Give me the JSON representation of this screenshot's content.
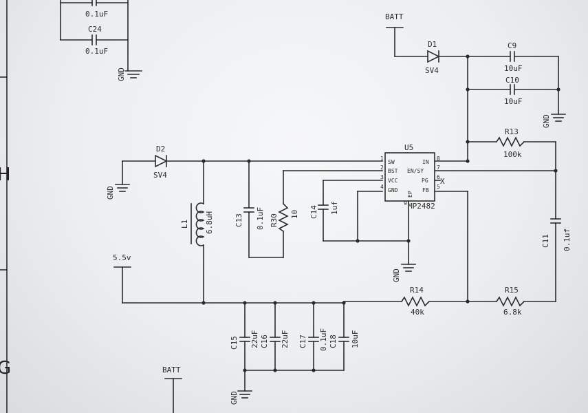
{
  "border_letters": [
    "H",
    "G"
  ],
  "top_partial": {
    "cap_value_1": "0.1uF",
    "cap_ref": "C24",
    "cap_value_2": "0.1uF",
    "gnd": "GND"
  },
  "ic": {
    "ref": "U5",
    "part": "MP2482",
    "pins_left": [
      {
        "name": "SW",
        "num": "1"
      },
      {
        "name": "BST",
        "num": "2"
      },
      {
        "name": "VCC",
        "num": "3"
      },
      {
        "name": "GND",
        "num": "4"
      }
    ],
    "pins_right": [
      {
        "name": "IN",
        "num": "8"
      },
      {
        "name": "EN/SY",
        "num": "7"
      },
      {
        "name": "PG",
        "num": "6"
      },
      {
        "name": "FB",
        "num": "5"
      }
    ],
    "ep_label": "EP",
    "ep_num": "9",
    "nc_mark": "X"
  },
  "nets": {
    "batt_top": "BATT",
    "batt_bottom": "BATT",
    "rail": "5.5v",
    "gnd": "GND"
  },
  "components": {
    "d1": {
      "ref": "D1",
      "value": "SV4"
    },
    "d2": {
      "ref": "D2",
      "value": "SV4"
    },
    "c9": {
      "ref": "C9",
      "value": "10uF"
    },
    "c10": {
      "ref": "C10",
      "value": "10uF"
    },
    "r13": {
      "ref": "R13",
      "value": "100k"
    },
    "l1": {
      "ref": "L1",
      "value": "6.8uH"
    },
    "c13": {
      "ref": "C13",
      "value": "0.1uF"
    },
    "r30": {
      "ref": "R30",
      "value": "10"
    },
    "c14": {
      "ref": "C14",
      "value": "1uf"
    },
    "c11": {
      "ref": "C11",
      "value": "0.1uf"
    },
    "r14": {
      "ref": "R14",
      "value": "40k"
    },
    "r15": {
      "ref": "R15",
      "value": "6.8k"
    },
    "c15": {
      "ref": "C15",
      "value": "22uF"
    },
    "c16": {
      "ref": "C16",
      "value": "22uF"
    },
    "c17": {
      "ref": "C17",
      "value": "0.1uF"
    },
    "c18": {
      "ref": "C18",
      "value": "10uF"
    }
  }
}
